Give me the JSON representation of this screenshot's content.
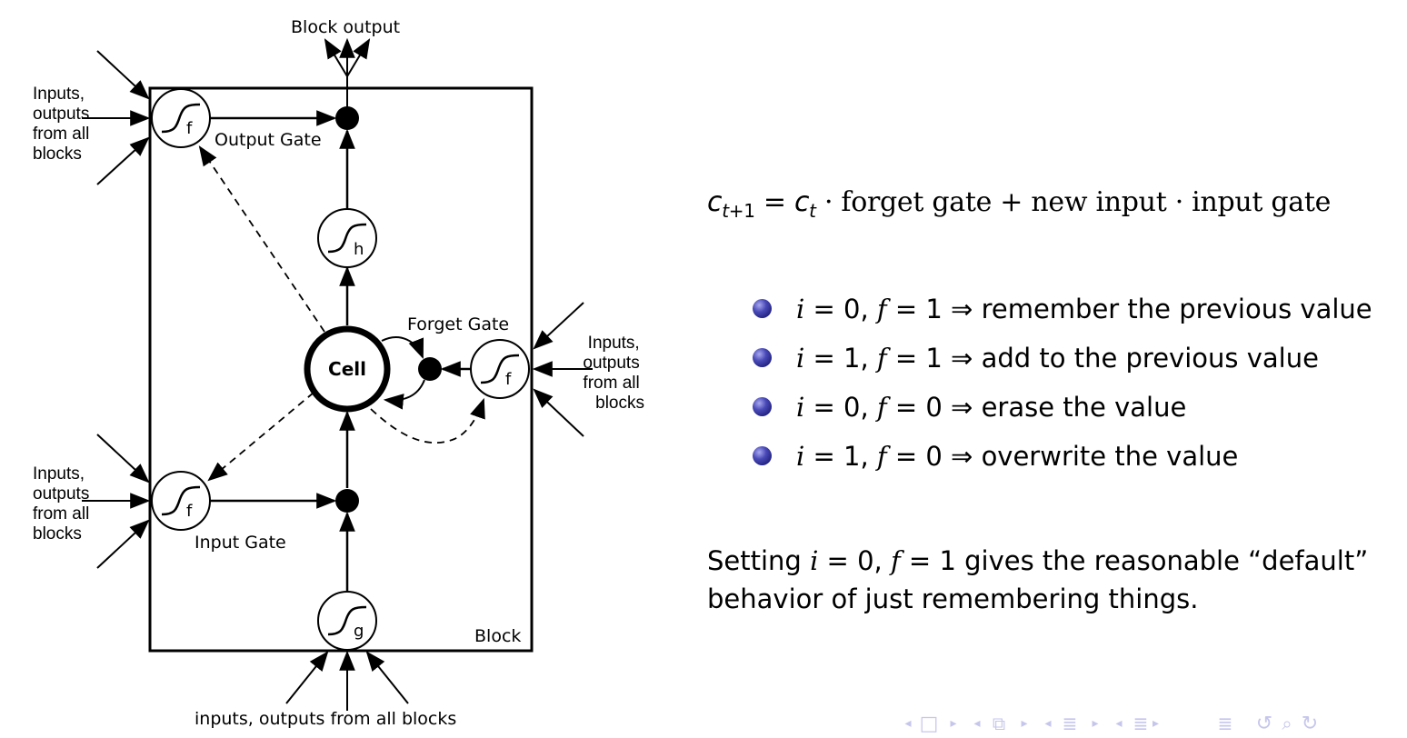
{
  "diagram": {
    "title": "LSTM memory block",
    "labels": {
      "block_output": "Block output",
      "output_gate": "Output Gate",
      "forget_gate": "Forget Gate",
      "input_gate": "Input Gate",
      "block": "Block",
      "cell": "Cell",
      "bottom_inputs": "inputs, outputs from all blocks",
      "side_inputs_lines": [
        "Inputs,",
        "outputs",
        "from all",
        "blocks"
      ]
    },
    "gates": [
      {
        "id": "output-gate",
        "activation": "f"
      },
      {
        "id": "h-squash",
        "activation": "h"
      },
      {
        "id": "forget-gate",
        "activation": "f"
      },
      {
        "id": "input-gate",
        "activation": "f"
      },
      {
        "id": "g-squash",
        "activation": "g"
      }
    ]
  },
  "equation": {
    "lhs_var": "c",
    "lhs_sub_t": "t",
    "lhs_sub_rest": "+1",
    "equals": " = ",
    "rhs_var": "c",
    "rhs_sub": "t",
    "rest": " · forget gate + new input · input gate"
  },
  "bullets": [
    {
      "i": "i",
      "i_val": " = 0, ",
      "f": "f",
      "f_val": " = 1 ⇒ ",
      "text": "remember the previous value"
    },
    {
      "i": "i",
      "i_val": " = 1, ",
      "f": "f",
      "f_val": " = 1 ⇒ ",
      "text": "add to the previous value"
    },
    {
      "i": "i",
      "i_val": " = 0, ",
      "f": "f",
      "f_val": " = 0 ⇒ ",
      "text": "erase the value"
    },
    {
      "i": "i",
      "i_val": " = 1, ",
      "f": "f",
      "f_val": " = 0 ⇒ ",
      "text": "overwrite the value"
    }
  ],
  "conclusion": {
    "prefix": "Setting ",
    "i": "i",
    "i_val": " = 0, ",
    "f": "f",
    "f_val": " = 1",
    "suffix": " gives the reasonable “default” behavior of just remembering things."
  },
  "nav": {
    "color": "#c6c6ec",
    "icons": [
      "◂",
      "□",
      "▸",
      "◂",
      "⧉",
      "▸",
      "◂",
      "≣",
      "▸",
      "◂",
      "≣",
      "▸",
      "≣",
      "↺",
      "⌕",
      "↻"
    ]
  }
}
